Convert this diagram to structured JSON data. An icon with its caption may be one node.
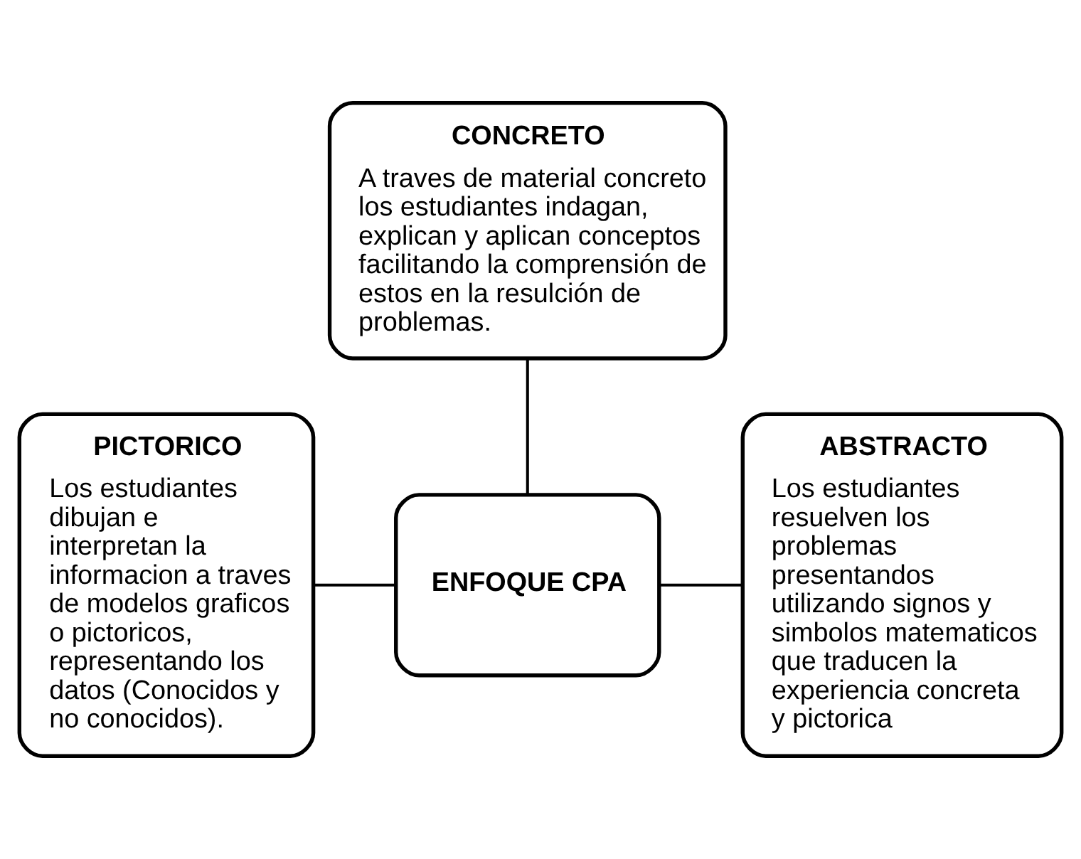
{
  "diagram": {
    "nodes": [
      {
        "text": [
          "CONCRETO",
          "A traves de material concreto los estudiantes indagan, explican y aplican conceptos facilitando la comprensión de estos en la resulción de problemas."
        ]
      },
      {
        "text": [
          "ENFOQUE CPA"
        ]
      },
      {
        "text": [
          "PICTORICO",
          "Los estudiantes dibujan e interpretan la informacion a traves de modelos graficos o pictoricos, representando los datos (Conocidos y no conocidos)."
        ]
      },
      {
        "text": [
          "ABSTRACTO",
          "Los estudiantes resuelven los problemas presentandos utilizando signos y simbolos matematicos que traducen la experiencia concreta y pictorica"
        ]
      }
    ],
    "edges": [
      {
        "from": 0,
        "to": 1,
        "arrow": "none"
      },
      {
        "from": 2,
        "to": 1,
        "arrow": "none"
      },
      {
        "from": 1,
        "to": 3,
        "arrow": "none"
      }
    ]
  }
}
